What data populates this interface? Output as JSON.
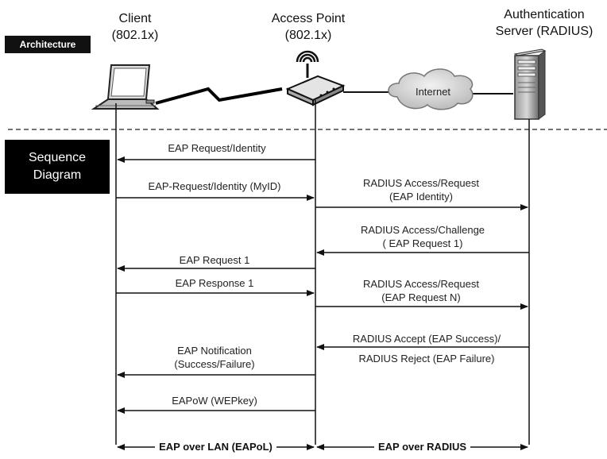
{
  "headers": {
    "client_line1": "Client",
    "client_line2": "(802.1x)",
    "ap_line1": "Access Point",
    "ap_line2": "(802.1x)",
    "server_line1": "Authentication",
    "server_line2": "Server (RADIUS)"
  },
  "tags": {
    "architecture": "Architecture",
    "sequence_line1": "Sequence",
    "sequence_line2": "Diagram"
  },
  "cloud_label": "Internet",
  "messages": {
    "m1": "EAP Request/Identity",
    "m2": "EAP-Request/Identity (MyID)",
    "m3a": "RADIUS Access/Request",
    "m3b": "(EAP Identity)",
    "m4a": "RADIUS Access/Challenge",
    "m4b": "( EAP Request 1)",
    "m5": "EAP Request 1",
    "m6": "EAP Response 1",
    "m7a": "RADIUS Access/Request",
    "m7b": "(EAP Request N)",
    "m8a": "RADIUS Accept (EAP Success)/",
    "m8b": "RADIUS Reject (EAP Failure)",
    "m9a": "EAP Notification",
    "m9b": "(Success/Failure)",
    "m10": "EAPoW (WEPkey)"
  },
  "bottom": {
    "left": "EAP over LAN (EAPoL)",
    "right": "EAP over RADIUS"
  }
}
